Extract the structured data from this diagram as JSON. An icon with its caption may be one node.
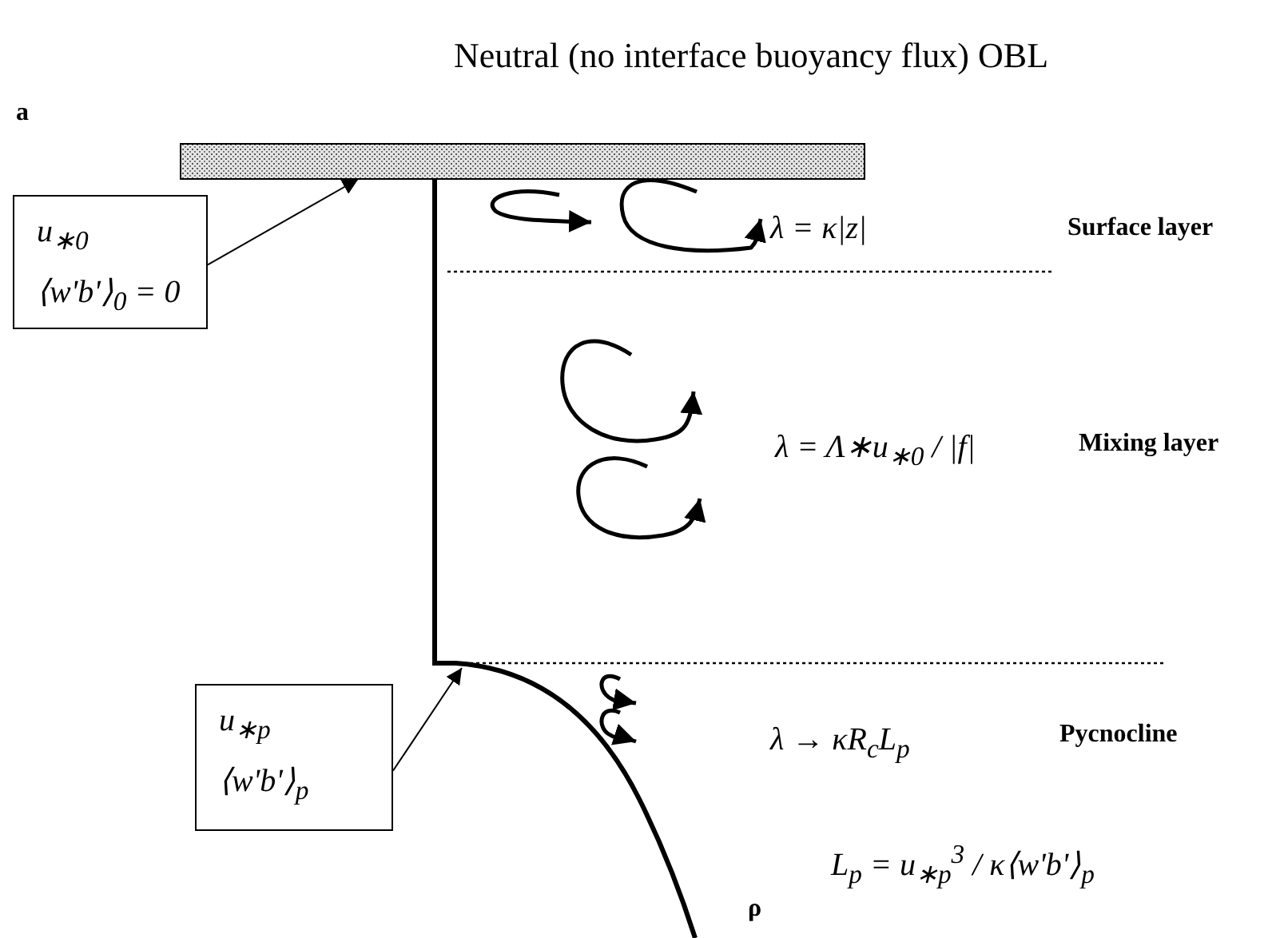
{
  "diagram": {
    "title": "Neutral (no interface buoyancy flux) OBL",
    "nodes": [
      {
        "text": [],
        "shape": "bar"
      },
      {
        "text": [
          "u$_{∗0}$",
          "⟨w'b'⟩$_{0}$ = 0"
        ]
      },
      {
        "text": [
          "u$_{∗p}$",
          "⟨w'b'⟩$_{p}$"
        ]
      }
    ],
    "edges": [
      {
        "from": 1,
        "to": 0,
        "arrow": "to"
      },
      {
        "from": 2,
        "to": null,
        "arrow": "to"
      }
    ],
    "labels": [
      "a",
      "λ = κ|z|",
      "Surface layer",
      "λ = Λ∗u$_{∗0}$ / |f|",
      "Mixing layer",
      "λ → κR$_{c}$L$_{p}$",
      "Pycnocline",
      "L$_{p}$ = u$_{∗p}$$^{3}$ / κ⟨w'b'⟩$_{p}$",
      "ρ"
    ]
  }
}
